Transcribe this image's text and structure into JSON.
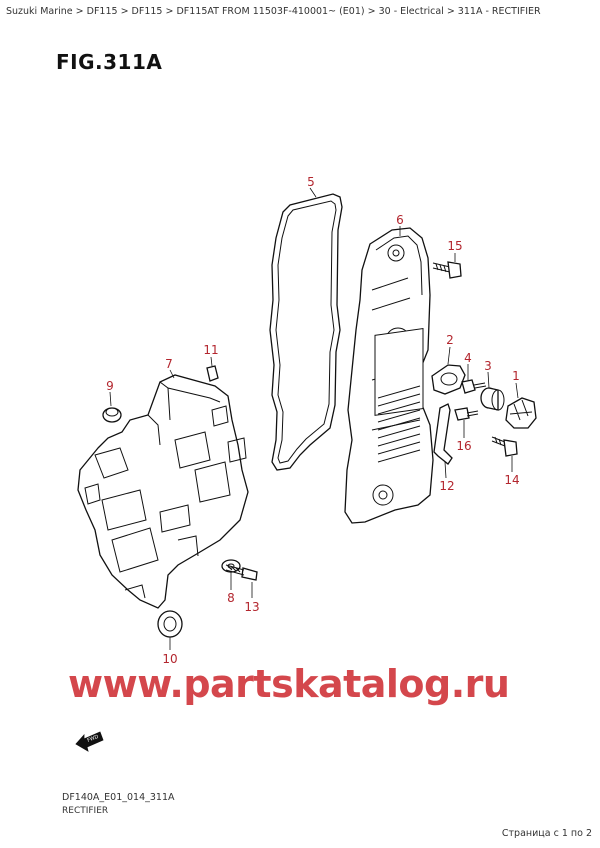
{
  "breadcrumb": "Suzuki Marine > DF115 > DF115 > DF115AT FROM 11503F-410001~ (E01) > 30 - Electrical > 311A - RECTIFIER",
  "figure": {
    "title": "FIG.311A"
  },
  "callouts": {
    "c1": "1",
    "c2": "2",
    "c3": "3",
    "c4": "4",
    "c5": "5",
    "c6": "6",
    "c7": "7",
    "c8": "8",
    "c9": "9",
    "c10": "10",
    "c11": "11",
    "c12": "12",
    "c13": "13",
    "c14": "14",
    "c15": "15",
    "c16": "16"
  },
  "fwd_label": "FWD",
  "watermark": "www.partskatalog.ru",
  "diagram_code": "DF140A_E01_014_311A",
  "caption": "RECTIFIER",
  "page_info": "Страница с 1 по 2",
  "colors": {
    "callout": "#b3262e",
    "watermark": "#d4474c",
    "line": "#111111"
  }
}
